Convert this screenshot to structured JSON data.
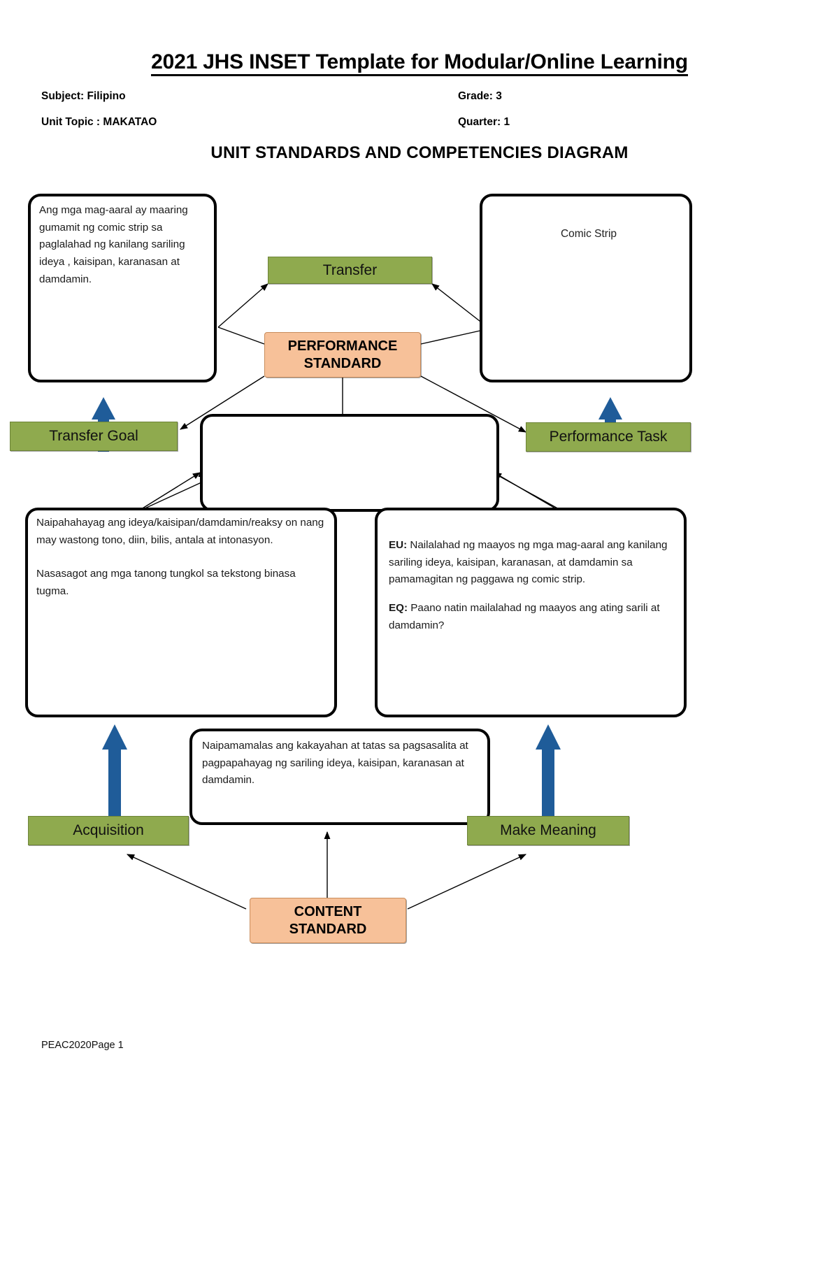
{
  "document": {
    "title": "2021 JHS INSET Template for Modular/Online Learning",
    "subject_label": "Subject:",
    "subject_value": "Filipino",
    "grade_label": "Grade:",
    "grade_value": "3",
    "unit_topic_label": "Unit Topic  :",
    "unit_topic_value": "MAKATAO",
    "quarter_label": "Quarter:",
    "quarter_value": "1",
    "section_title": "UNIT STANDARDS AND COMPETENCIES DIAGRAM",
    "footer": "PEAC2020Page 1"
  },
  "diagram": {
    "transfer_goal_text": "Ang mga mag-aaral ay maaring gumamit ng comic strip sa paglalahad ng kanilang sariling ideya , kaisipan, karanasan at damdamin.",
    "performance_task_text": "Comic Strip",
    "transfer_label": "Transfer",
    "performance_standard_label": "PERFORMANCE STANDARD",
    "performance_standard_line1": "PERFORMANCE",
    "performance_standard_line2": "STANDARD",
    "transfer_goal_label": "Transfer Goal",
    "performance_task_label": "Performance Task",
    "acquisition_text_1": "Naipahahayag ang ideya/kaisipan/damdamin/reaksy on nang may wastong tono, diin, bilis, antala at intonasyon.",
    "acquisition_text_2": "Nasasagot ang mga tanong tungkol sa tekstong binasa tugma.",
    "eu_label": "EU:",
    "eu_text": "Nailalahad ng maayos ng mga mag-aaral ang kanilang sariling ideya, kaisipan, karanasan, at damdamin sa pamamagitan ng paggawa ng comic strip.",
    "eq_label": "EQ:",
    "eq_text": "Paano natin mailalahad ng maayos ang ating sarili at damdamin?",
    "content_standard_text": "Naipamamalas ang kakayahan at tatas sa pagsasalita at pagpapahayag ng sariling ideya, kaisipan, karanasan at damdamin.",
    "acquisition_label": "Acquisition",
    "make_meaning_label": "Make Meaning",
    "content_standard_label": "CONTENT STANDARD",
    "content_standard_line1": "CONTENT",
    "content_standard_line2": "STANDARD"
  },
  "colors": {
    "green": "#8faa4e",
    "orange": "#f7c199",
    "blue_arrow": "#1f5c99",
    "outline": "#000000"
  }
}
